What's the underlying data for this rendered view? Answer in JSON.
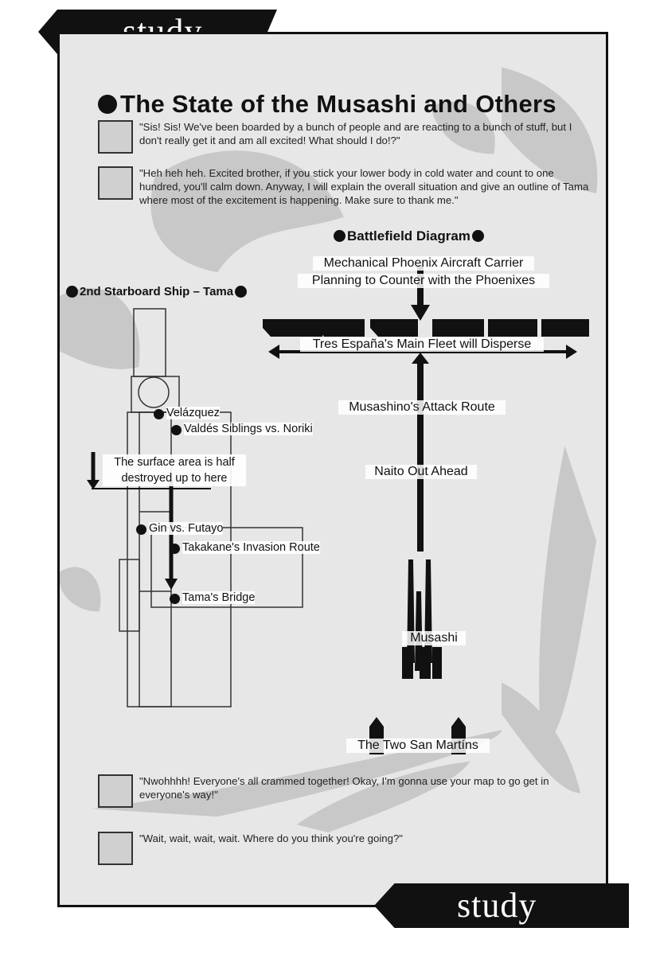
{
  "banners": {
    "top": "study",
    "bottom": "study"
  },
  "heading": "The State of the Musashi and Others",
  "dialogue": [
    {
      "text": "\"Sis! Sis! We've been boarded by a bunch of people and are reacting to a bunch of stuff, but I don't really get it and am all excited! What should I do!?\""
    },
    {
      "text": "\"Heh heh heh. Excited brother, if you stick your lower body in cold water and count to one hundred, you'll calm down. Anyway, I will explain the overall situation and give an outline of Tama where most of the excitement is happening. Make sure to thank me.\""
    },
    {
      "text": "\"Nwohhhh! Everyone's all crammed together! Okay, I'm gonna use your map to go get in everyone's way!\""
    },
    {
      "text": "\"Wait, wait, wait, wait. Where do you think you're going?\""
    }
  ],
  "ship_section": {
    "title": "2nd Starboard Ship – Tama",
    "labels": {
      "velazquez": "Velázquez",
      "valdes": "Valdés Siblings vs. Noriki",
      "surface": "The surface area is half destroyed up to here",
      "gin": "Gin vs. Futayo",
      "takakane": "Takakane's Invasion Route",
      "bridge": "Tama's Bridge"
    }
  },
  "battlefield": {
    "title": "Battlefield Diagram",
    "carrier_line1": "Mechanical Phoenix Aircraft Carrier",
    "carrier_line2": "Planning to Counter with the Phoenixes",
    "fleet": "Tres España's Main Fleet will Disperse",
    "attack_route": "Musashino's Attack Route",
    "naito": "Naito Out Ahead",
    "musashi": "Musashi",
    "san_martins": "The Two San Martíns"
  },
  "colors": {
    "ink": "#111111",
    "panel": "#e7e7e7",
    "tree": "#c4c4c4"
  }
}
